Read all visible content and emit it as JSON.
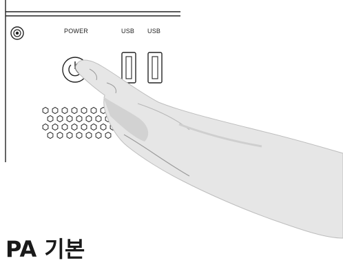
{
  "panel": {
    "power_label": "POWER",
    "usb_label_1": "USB",
    "usb_label_2": "USB"
  },
  "section": {
    "heading": "PA 기본"
  },
  "colors": {
    "line": "#222222",
    "hand_fill": "#e6e6e6",
    "hand_shadow": "#c8c8c8"
  }
}
